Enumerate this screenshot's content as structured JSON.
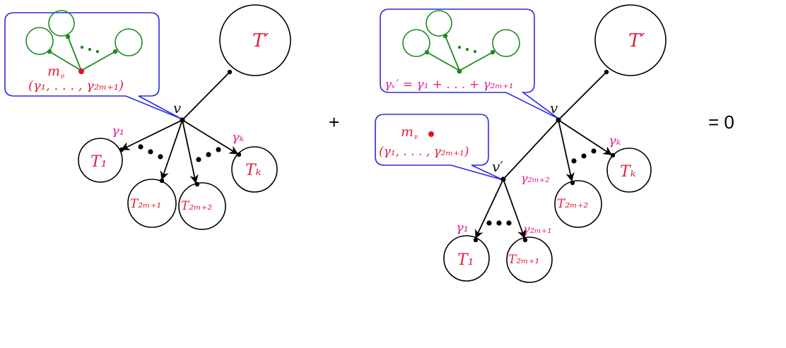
{
  "colors": {
    "label_red": "#e0203a",
    "weight_pink": "#e0208c",
    "bubble_blue": "#2a2ae0",
    "green": "#1f8a1f"
  },
  "left": {
    "tree_label": "T′",
    "vertex": "v",
    "bubble_mark": "m",
    "bubble_mark_sub": "𝔳",
    "bubble_tuple": "(γ₁, . . . , γ₂ₘ₊₁)",
    "weight_first": "γ₁",
    "weight_last": "γₖ",
    "subtree_first": "T₁",
    "subtree_mid1": "T₂ₘ₊₁",
    "subtree_mid2": "T₂ₘ₊₂",
    "subtree_last": "Tₖ"
  },
  "right": {
    "tree_label": "T′",
    "vertex": "v",
    "bubble_sum": "γᵥ′ = γ₁ + . . . + γ₂ₘ₊₁",
    "new_vertex": "v′",
    "bubble2_mark": "m",
    "bubble2_mark_sub": "𝔳",
    "bubble2_tuple": "(γ₁, . . . , γ₂ₘ₊₁)",
    "weight_mid": "γ₂ₘ₊₂",
    "weight_last": "γₖ",
    "weight_first": "γ₁",
    "weight_first_last": "γ₂ₘ₊₁",
    "subtree_mid": "T₂ₘ₊₂",
    "subtree_last": "Tₖ",
    "subtree_first": "T₁",
    "subtree_first_last": "T₂ₘ₊₁"
  },
  "operators": {
    "plus": "+",
    "equals": "= 0"
  }
}
